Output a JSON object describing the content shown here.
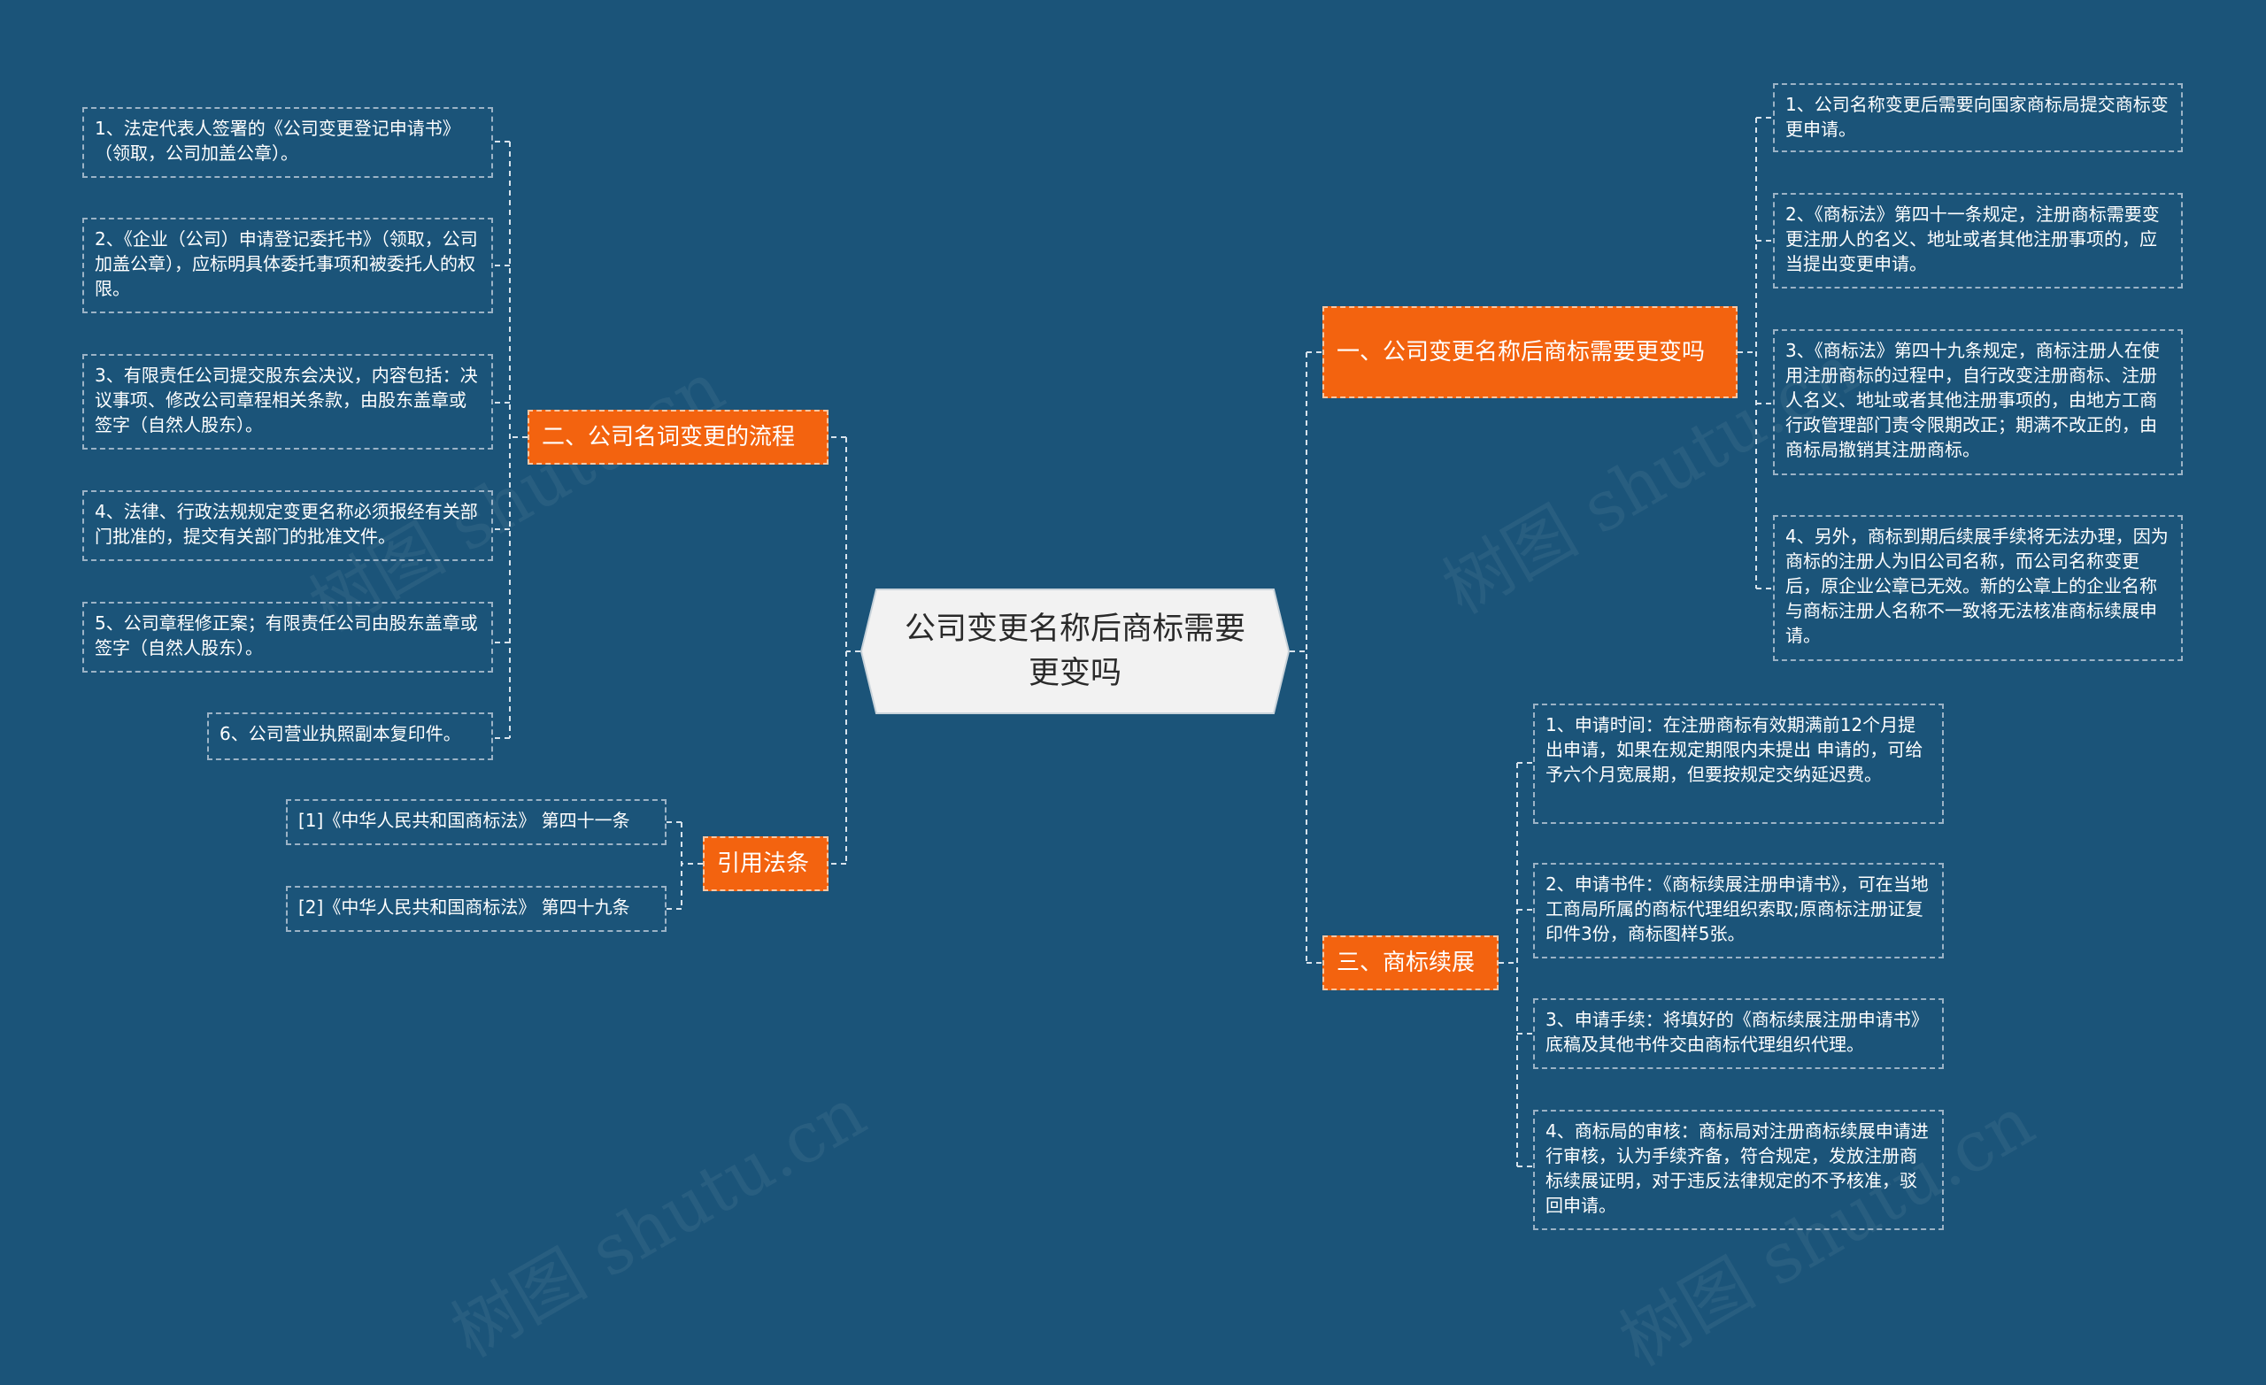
{
  "colors": {
    "background": "#1b5479",
    "branch": "#f3630f",
    "center_fill": "#f2f2f2"
  },
  "center": {
    "title": "公司变更名称后商标需要更变吗"
  },
  "branches": {
    "b1": {
      "label": "一、公司变更名称后商标需要更变吗",
      "items": [
        "1、公司名称变更后需要向国家商标局提交商标变更申请。",
        "2、《商标法》第四十一条规定，注册商标需要变更注册人的名义、地址或者其他注册事项的，应当提出变更申请。",
        "3、《商标法》第四十九条规定，商标注册人在使用注册商标的过程中，自行改变注册商标、注册人名义、地址或者其他注册事项的，由地方工商行政管理部门责令限期改正；期满不改正的，由商标局撤销其注册商标。",
        "4、另外，商标到期后续展手续将无法办理，因为商标的注册人为旧公司名称，而公司名称变更后，原企业公章已无效。新的公章上的企业名称与商标注册人名称不一致将无法核准商标续展申请。"
      ]
    },
    "b2": {
      "label": "二、公司名词变更的流程",
      "items": [
        "1、法定代表人签署的《公司变更登记申请书》（领取，公司加盖公章）。",
        "2、《企业（公司）申请登记委托书》（领取，公司加盖公章），应标明具体委托事项和被委托人的权限。",
        "3、有限责任公司提交股东会决议，内容包括：决议事项、修改公司章程相关条款，由股东盖章或签字（自然人股东）。",
        "4、法律、行政法规规定变更名称必须报经有关部门批准的，提交有关部门的批准文件。",
        "5、公司章程修正案；有限责任公司由股东盖章或签字（自然人股东）。",
        "6、公司营业执照副本复印件。"
      ]
    },
    "b3": {
      "label": "三、商标续展",
      "items": [
        "1、申请时间：在注册商标有效期满前12个月提出申请，如果在规定期限内未提出 申请的，可给予六个月宽展期，但要按规定交纳延迟费。",
        "2、申请书件：《商标续展注册申请书》，可在当地工商局所属的商标代理组织索取;原商标注册证复印件3份，商标图样5张。",
        "3、申请手续：将填好的《商标续展注册申请书》底稿及其他书件交由商标代理组织代理。",
        "4、商标局的审核：商标局对注册商标续展申请进行审核，认为手续齐备，符合规定，发放注册商标续展证明，对于违反法律规定的不予核准，驳回申请。"
      ]
    },
    "b4": {
      "label": "引用法条",
      "items": [
        "[1]《中华人民共和国商标法》 第四十一条",
        "[2]《中华人民共和国商标法》 第四十九条"
      ]
    }
  }
}
